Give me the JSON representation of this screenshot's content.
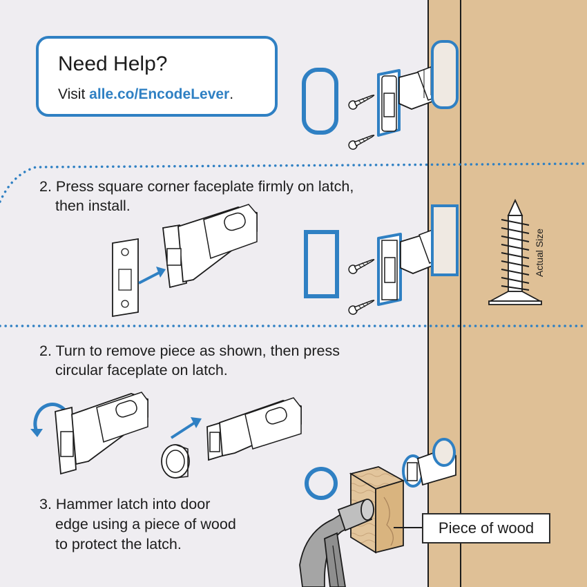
{
  "help": {
    "title": "Need Help?",
    "visit_prefix": "Visit ",
    "link": "alle.co/EncodeLever",
    "suffix": "."
  },
  "step_square": {
    "line1": "2. Press square corner faceplate firmly on latch,",
    "line2": "then install."
  },
  "step_round": {
    "line1": "2. Turn to remove piece as shown, then press",
    "line2": "circular faceplate on latch."
  },
  "step_hammer": {
    "line1": "3. Hammer latch into door",
    "line2": "edge using a piece of wood",
    "line3": "to protect the latch."
  },
  "labels": {
    "actual_size": "Actual Size",
    "piece_of_wood": "Piece of wood"
  },
  "colors": {
    "accent_blue": "#2f80c3",
    "door_wood": "#dfc096",
    "background": "#efedf1",
    "outline": "#1c1c1c"
  }
}
